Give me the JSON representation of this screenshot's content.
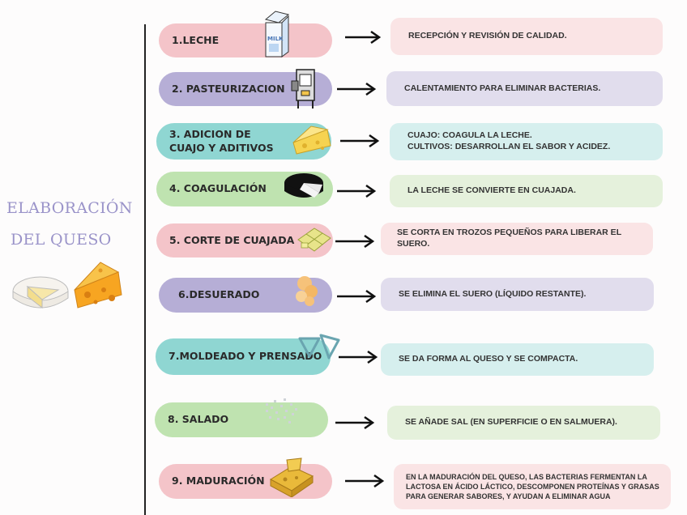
{
  "title": {
    "line1": "ELABORACIÓN",
    "line2": "DEL QUESO"
  },
  "steps": [
    {
      "label": "1.LECHE",
      "description": [
        "RECEPCIÓN Y REVISIÓN DE CALIDAD."
      ],
      "icon": "milk-carton-icon"
    },
    {
      "label": "2. PASTEURIZACION",
      "description": [
        "CALENTAMIENTO PARA ELIMINAR BACTERIAS."
      ],
      "icon": "pasteurizer-machine-icon"
    },
    {
      "label": "3. ADICION DE CUAJO Y ADITIVOS",
      "description": [
        "CUAJO: COAGULA LA LECHE.",
        "CULTIVOS: DESARROLLAN EL SABOR Y ACIDEZ."
      ],
      "icon": "cheese-wedge-icon"
    },
    {
      "label": "4. COAGULACIÓN",
      "description": [
        "LA LECHE SE CONVIERTE EN CUAJADA."
      ],
      "icon": "curd-wheel-icon"
    },
    {
      "label": "5. CORTE DE CUAJADA",
      "description": [
        "SE CORTA EN TROZOS PEQUEÑOS PARA LIBERAR EL SUERO."
      ],
      "icon": "cut-curd-icon"
    },
    {
      "label": "6.DESUERADO",
      "description": [
        "SE ELIMINA EL SUERO (LÍQUIDO RESTANTE)."
      ],
      "icon": "draining-curd-icon"
    },
    {
      "label": "7.MOLDEADO Y PRENSADO",
      "description": [
        "SE DA FORMA AL QUESO Y SE COMPACTA."
      ],
      "icon": "mold-shapes-icon"
    },
    {
      "label": "8. SALADO",
      "description": [
        "SE AÑADE SAL (EN SUPERFICIE O EN SALMUERA)."
      ],
      "icon": "salt-icon"
    },
    {
      "label": "9. MADURACIÓN",
      "description": [
        "EN LA MADURACIÓN DEL QUESO, LAS BACTERIAS FERMENTAN LA",
        "LACTOSA EN ÁCIDO LÁCTICO, DESCOMPONEN PROTEÍNAS Y GRASAS",
        "PARA GENERAR SABORES, Y AYUDAN A ELIMINAR AGUA"
      ],
      "icon": "aged-cheese-icon"
    }
  ],
  "colors": {
    "title": "#9a93c9",
    "pink": "#f4c4c9",
    "purple": "#b6aed6",
    "teal": "#8fd6d2",
    "green": "#bfe3b0"
  }
}
